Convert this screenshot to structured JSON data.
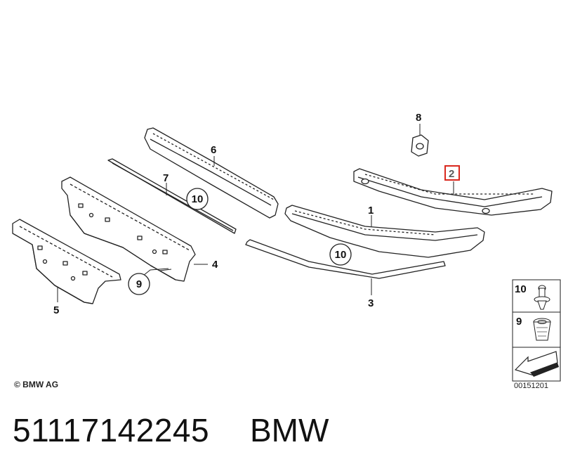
{
  "diagram": {
    "labels": {
      "p1": "1",
      "p2": "2",
      "p3": "3",
      "p4": "4",
      "p5": "5",
      "p6": "6",
      "p7": "7",
      "p8": "8",
      "c9": "9",
      "c10a": "10",
      "c10b": "10"
    },
    "legend": {
      "item10": "10",
      "item9": "9"
    },
    "highlight_color": "#d9281e"
  },
  "footer": {
    "copyright": "© BMW AG",
    "doc_number": "00151201",
    "part_number": "51117142245",
    "brand": "BMW"
  }
}
